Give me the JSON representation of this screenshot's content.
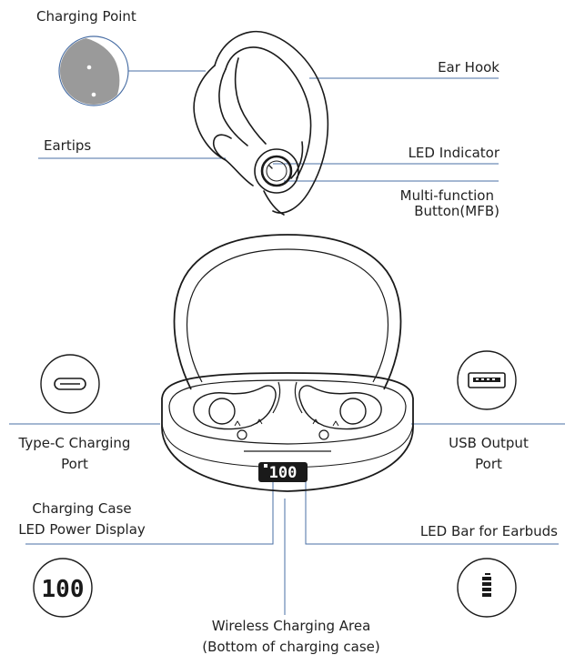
{
  "labels": {
    "charging_point": "Charging Point",
    "eartips": "Eartips",
    "ear_hook": "Ear Hook",
    "led_indicator": "LED Indicator",
    "mfb_line1": "Multi-function",
    "mfb_line2": "Button(MFB)",
    "type_c_line1": "Type-C Charging",
    "type_c_line2": "Port",
    "usb_line1": "USB Output",
    "usb_line2": "Port",
    "case_display_line1": "Charging Case",
    "case_display_line2": "LED Power Display",
    "led_bar": "LED Bar for Earbuds",
    "wireless_line1": "Wireless Charging Area",
    "wireless_line2": "(Bottom of charging case)"
  },
  "case_display": {
    "value": "100"
  },
  "display_icon": {
    "value": "100"
  },
  "colors": {
    "leader_line": "#4a6fa5",
    "outline": "#1a1a1a",
    "contact_fill": "#9a9a9a"
  }
}
